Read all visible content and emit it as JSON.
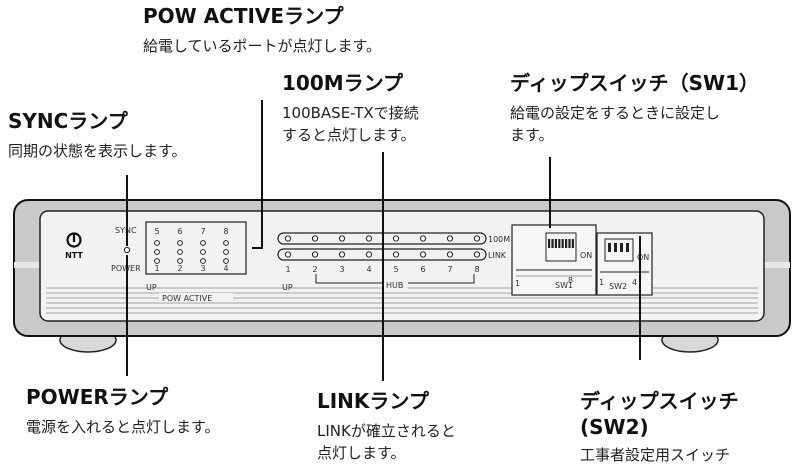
{
  "callouts": {
    "pow_active": {
      "title": "POW ACTIVEランプ",
      "desc": "給電しているポートが点灯します。"
    },
    "m100": {
      "title": "100Mランプ",
      "desc1": "100BASE-TXで接続",
      "desc2": "すると点灯します。"
    },
    "dip1": {
      "title": "ディップスイッチ（SW1）",
      "desc1": "給電の設定をするときに設定し",
      "desc2": "ます。"
    },
    "sync": {
      "title": "SYNCランプ",
      "desc": "同期の状態を表示します。"
    },
    "power": {
      "title": "POWERランプ",
      "desc": "電源を入れると点灯します。"
    },
    "link": {
      "title": "LINKランプ",
      "desc1": "LINKが確立されると",
      "desc2": "点灯します。"
    },
    "dip2": {
      "title1": "ディップスイッチ",
      "title2": "(SW2)",
      "desc": "工事者設定用スイッチ"
    }
  },
  "device": {
    "logo": "NTT",
    "sync_label": "SYNC",
    "power_label": "POWER",
    "pow_numbers_top": [
      "5",
      "6",
      "7",
      "8"
    ],
    "pow_numbers_bottom": [
      "1",
      "2",
      "3",
      "4"
    ],
    "up_label": "UP",
    "pow_active_label": "POW ACTIVE",
    "m100_label": "100M",
    "link_label": "LINK",
    "port_numbers": [
      "1",
      "2",
      "3",
      "4",
      "5",
      "6",
      "7",
      "8"
    ],
    "hub_label": "HUB",
    "sw1_label": "SW1",
    "sw2_label": "SW2",
    "on_label": "ON",
    "sw1_start": "1",
    "sw1_end": "8",
    "sw2_start": "1",
    "sw2_end": "4"
  }
}
